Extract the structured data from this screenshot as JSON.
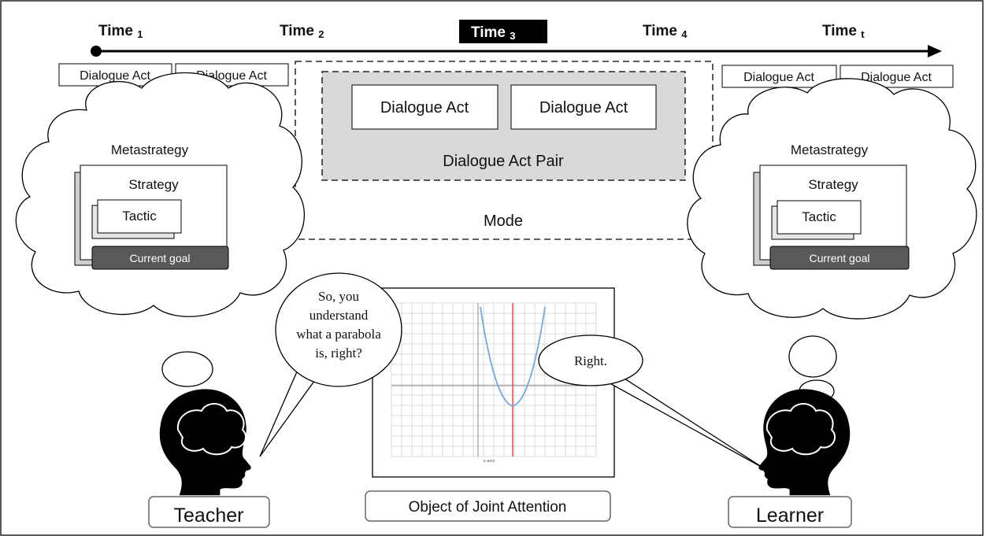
{
  "timeline": {
    "labels": [
      {
        "base": "Time",
        "sub": "1",
        "highlighted": false
      },
      {
        "base": "Time",
        "sub": "2",
        "highlighted": false
      },
      {
        "base": "Time",
        "sub": "3",
        "highlighted": true
      },
      {
        "base": "Time",
        "sub": "4",
        "highlighted": false
      },
      {
        "base": "Time",
        "sub": "t",
        "highlighted": false
      }
    ]
  },
  "left_acts": [
    "Dialogue Act",
    "Dialogue Act"
  ],
  "right_acts": [
    "Dialogue Act",
    "Dialogue Act"
  ],
  "mode": {
    "label": "Mode",
    "pair": {
      "acts": [
        "Dialogue Act",
        "Dialogue Act"
      ],
      "label": "Dialogue Act Pair"
    }
  },
  "teacher_mind": {
    "metastrategy": "Metastrategy",
    "strategy": "Strategy",
    "tactic": "Tactic",
    "goal": "Current goal"
  },
  "learner_mind": {
    "metastrategy": "Metastrategy",
    "strategy": "Strategy",
    "tactic": "Tactic",
    "goal": "Current goal"
  },
  "speech": {
    "teacher_lines": [
      "So, you",
      "understand",
      "what a parabola",
      "is, right?"
    ],
    "learner": "Right."
  },
  "labels": {
    "teacher": "Teacher",
    "learner": "Learner",
    "object": "Object of Joint Attention"
  },
  "graph": {
    "x_axis_caption": "x-axis"
  },
  "colors": {
    "highlight_bg": "#000000",
    "pair_fill": "#d9d9d9",
    "goal_fill": "#595959",
    "curve": "#7ba7d8",
    "vertical_line": "#e03030",
    "grid": "#cfcfcf"
  }
}
